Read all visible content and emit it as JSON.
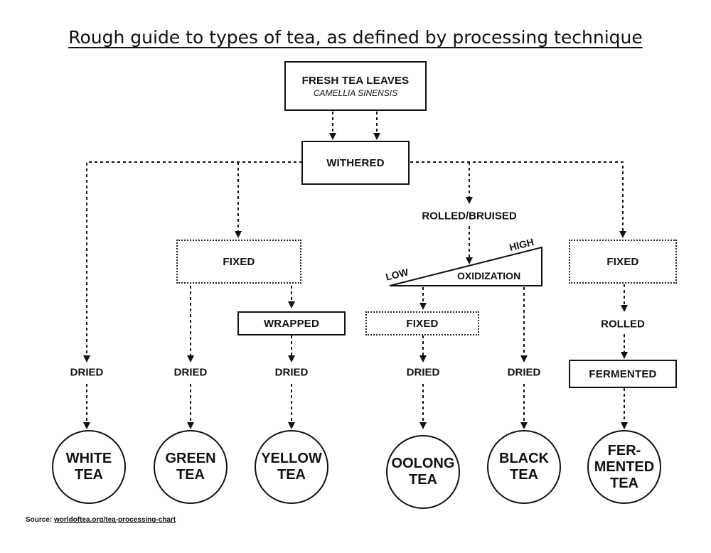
{
  "title": "Rough guide to types of tea, as defined by processing technique",
  "root": {
    "label": "FRESH TEA LEAVES",
    "sublabel": "CAMELLIA SINENSIS"
  },
  "withered": "WITHERED",
  "rolled_bruised": "ROLLED/BRUISED",
  "oxidization": {
    "low": "LOW",
    "high": "HIGH",
    "label": "OXIDIZATION"
  },
  "fixed_green": "FIXED",
  "wrapped": "WRAPPED",
  "fixed_oolong": "FIXED",
  "fixed_fermented": "FIXED",
  "rolled": "ROLLED",
  "fermented": "FERMENTED",
  "dried": {
    "white": "DRIED",
    "green": "DRIED",
    "yellow": "DRIED",
    "oolong": "DRIED",
    "black": "DRIED"
  },
  "teas": {
    "white": "WHITE\nTEA",
    "green": "GREEN\nTEA",
    "yellow": "YELLOW\nTEA",
    "oolong": "OOLONG\nTEA",
    "black": "BLACK\nTEA",
    "fermented": "FER-\nMENTED\nTEA"
  },
  "source": {
    "prefix": "Source:",
    "link": "worldoftea.org/tea-processing-chart"
  }
}
